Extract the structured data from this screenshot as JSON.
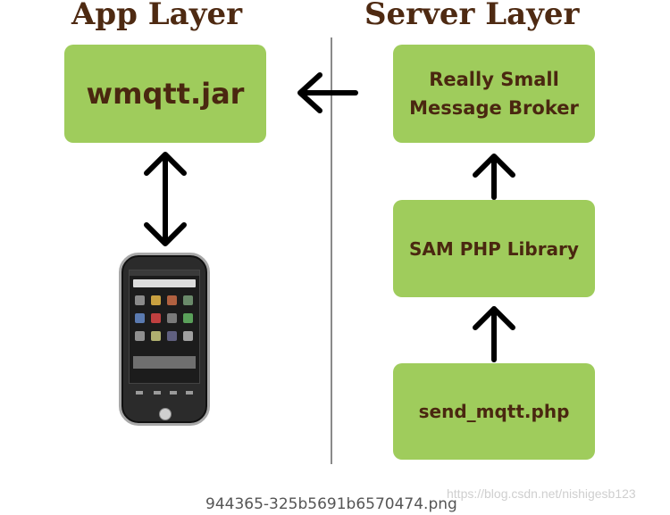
{
  "layers": {
    "app_title": "App Layer",
    "server_title": "Server Layer"
  },
  "boxes": {
    "wmqtt": "wmqtt.jar",
    "broker_line1": "Really Small",
    "broker_line2": "Message Broker",
    "sam": "SAM PHP Library",
    "send": "send_mqtt.php"
  },
  "caption": "944365-325b5691b6570474.png",
  "watermark": "https://blog.csdn.net/nishigesb123",
  "colors": {
    "box_fill": "#9fcc5c",
    "text_brown": "#4e2a12",
    "arrow": "#000000"
  },
  "icons": [
    "phone-device",
    "arrow-left",
    "arrow-up",
    "arrow-bidirectional"
  ]
}
